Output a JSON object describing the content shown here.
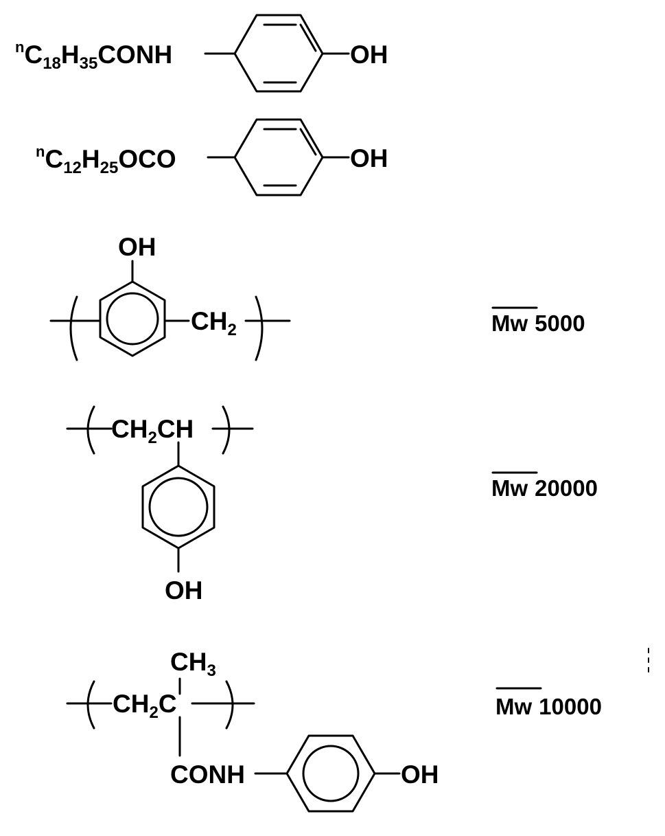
{
  "compound_1": {
    "prefix": "n",
    "c": "C",
    "c_sub": "18",
    "h": "H",
    "h_sub": "35",
    "linker": "CONH",
    "end_group": "OH"
  },
  "compound_2": {
    "prefix": "n",
    "c": "C",
    "c_sub": "12",
    "h": "H",
    "h_sub": "25",
    "linker": "OCO",
    "end_group": "OH"
  },
  "compound_3": {
    "substituent": "OH",
    "bridge": "CH",
    "bridge_sub": "2",
    "mw_symbol": "Mw",
    "mw_value": "5000"
  },
  "compound_4": {
    "backbone_a": "CH",
    "backbone_sub": "2",
    "backbone_b": "CH",
    "substituent": "OH",
    "mw_symbol": "Mw",
    "mw_value": "20000"
  },
  "compound_5": {
    "methyl": "CH",
    "methyl_sub": "3",
    "backbone_a": "CH",
    "backbone_sub": "2",
    "backbone_b": "C",
    "linker": "CONH",
    "end_group": "OH",
    "mw_symbol": "Mw",
    "mw_value": "10000"
  }
}
